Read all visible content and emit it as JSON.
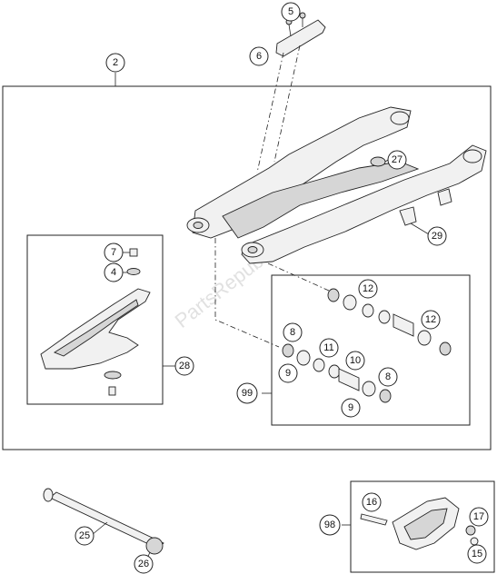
{
  "watermark": "PartsRepublik",
  "callouts": {
    "c2": "2",
    "c5": "5",
    "c6": "6",
    "c27": "27",
    "c29": "29",
    "c7": "7",
    "c4": "4",
    "c28": "28",
    "c12a": "12",
    "c12b": "12",
    "c8a": "8",
    "c11": "11",
    "c10": "10",
    "c8b": "8",
    "c9a": "9",
    "c9b": "9",
    "c99": "99",
    "c25": "25",
    "c26": "26",
    "c16": "16",
    "c17": "17",
    "c98": "98",
    "c15": "15"
  }
}
